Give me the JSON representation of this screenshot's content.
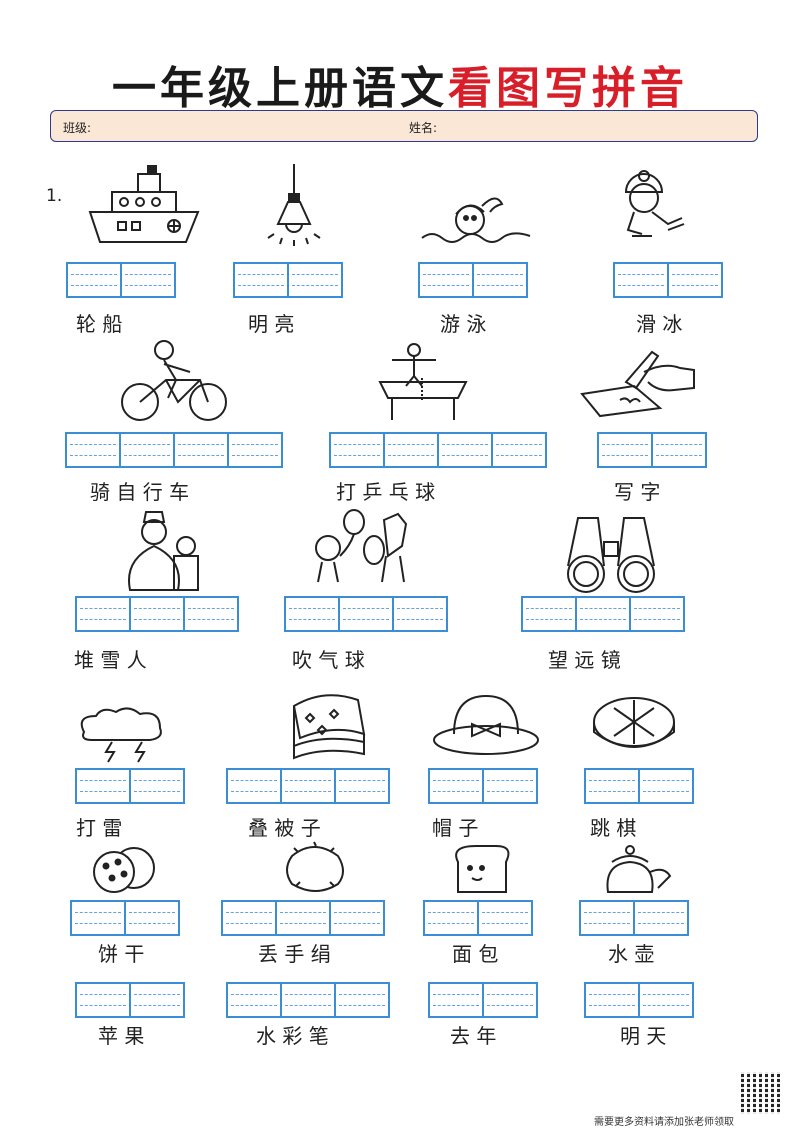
{
  "header": {
    "title_black": "一年级上册语文",
    "title_red": "看图写拼音",
    "class_label": "班级:",
    "name_label": "姓名:"
  },
  "question_number": "1.",
  "items": [
    {
      "word": "轮 船",
      "icon": "ship-icon"
    },
    {
      "word": "明 亮",
      "icon": "lamp-icon"
    },
    {
      "word": "游 泳",
      "icon": "swimmer-icon"
    },
    {
      "word": "滑  冰",
      "icon": "skater-icon"
    },
    {
      "word": "骑 自 行 车",
      "icon": "cyclist-icon"
    },
    {
      "word": "打  乒  乓  球",
      "icon": "ping-pong-icon"
    },
    {
      "word": "写 字",
      "icon": "writing-hand-icon"
    },
    {
      "word": "堆 雪 人",
      "icon": "snowman-icon"
    },
    {
      "word": "吹  气 球",
      "icon": "balloon-icon"
    },
    {
      "word": "望 远 镜",
      "icon": "binoculars-icon"
    },
    {
      "word": "打 雷",
      "icon": "thunder-cloud-icon"
    },
    {
      "word": "叠 被 子",
      "icon": "quilt-icon"
    },
    {
      "word": "帽  子",
      "icon": "hat-icon"
    },
    {
      "word": "跳 棋",
      "icon": "checkers-board-icon"
    },
    {
      "word": "饼 干",
      "icon": "cookie-icon"
    },
    {
      "word": "丢 手 绢",
      "icon": "handkerchief-icon"
    },
    {
      "word": "面  包",
      "icon": "bread-icon"
    },
    {
      "word": "水  壶",
      "icon": "kettle-icon"
    },
    {
      "word": "苹 果",
      "icon": ""
    },
    {
      "word": "水  彩  笔",
      "icon": ""
    },
    {
      "word": "去  年",
      "icon": ""
    },
    {
      "word": "明 天",
      "icon": ""
    }
  ],
  "footer": {
    "qr_icon": "qr-code-icon",
    "note": "需要更多资料请添加张老师领取"
  },
  "colors": {
    "accent_red": "#d81e28",
    "grid_blue": "#3b8ed6",
    "infobar_bg": "#fbe7d6"
  }
}
